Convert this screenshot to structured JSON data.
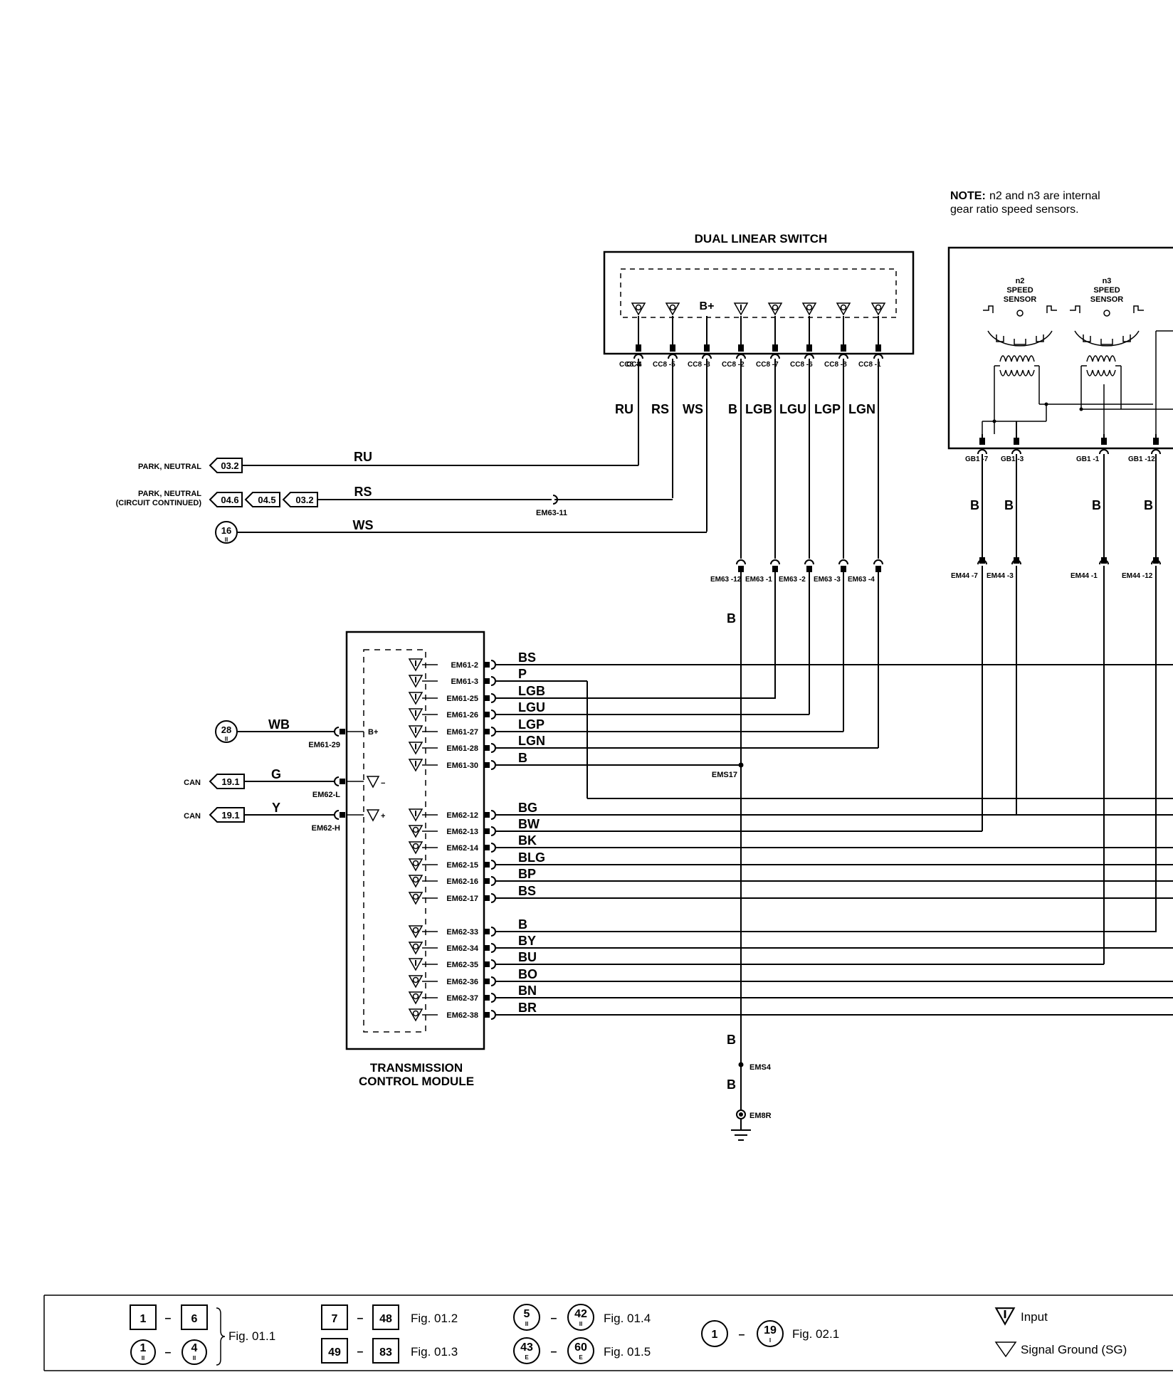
{
  "note": {
    "label": "NOTE:",
    "line1": "n2 and n3 are internal",
    "line2": "gear ratio speed sensors."
  },
  "dual_linear_switch": {
    "title": "DUAL LINEAR SWITCH",
    "supply_label": "B+",
    "pins": [
      "CC8 -4",
      "CC8 -5",
      "CC8 -3",
      "CC8 -2",
      "CC8 -7",
      "CC8 -6",
      "CC8 -8",
      "CC8 -1"
    ],
    "wires": [
      "RU",
      "RS",
      "WS",
      "B",
      "LGB",
      "LGU",
      "LGP",
      "LGN"
    ]
  },
  "speed_sensors": {
    "n2": {
      "name": "n2",
      "line1": "SPEED",
      "line2": "SENSOR"
    },
    "n3": {
      "name": "n3",
      "line1": "SPEED",
      "line2": "SENSOR"
    },
    "pins": [
      "GB1 -7",
      "GB1 -3",
      "GB1 -1",
      "GB1 -12"
    ],
    "wires": [
      "B",
      "B",
      "B",
      "B"
    ],
    "em44": [
      "EM44 -7",
      "EM44 -3",
      "EM44 -1",
      "EM44 -12"
    ]
  },
  "left_refs": {
    "park_neutral": "PARK, NEUTRAL",
    "park_neutral_cont_1": "PARK, NEUTRAL",
    "park_neutral_cont_2": "(CIRCUIT CONTINUED)",
    "ref_032": "03.2",
    "ref_046": "04.6",
    "ref_045": "04.5",
    "ref_032b": "03.2",
    "ref_16": "16",
    "ref_16_sub": "II",
    "wire_ru": "RU",
    "wire_rs": "RS",
    "wire_ws": "WS",
    "em6311": "EM63-11"
  },
  "em63": {
    "labels": [
      "EM63 -12",
      "EM63 -1",
      "EM63 -2",
      "EM63 -3",
      "EM63 -4"
    ],
    "wire_b": "B",
    "ems17": "EMS17"
  },
  "tcm": {
    "title_line1": "TRANSMISSION",
    "title_line2": "CONTROL MODULE",
    "b_plus": "B+",
    "sg_minus": "−",
    "sg_plus": "+",
    "pins_top": [
      "EM61-2",
      "EM61-3",
      "EM61-25",
      "EM61-26",
      "EM61-27",
      "EM61-28",
      "EM61-30"
    ],
    "wires_top": [
      "BS",
      "P",
      "LGB",
      "LGU",
      "LGP",
      "LGN",
      "B"
    ],
    "pins_mid": [
      "EM62-12",
      "EM62-13",
      "EM62-14",
      "EM62-15",
      "EM62-16",
      "EM62-17"
    ],
    "wires_mid": [
      "BG",
      "BW",
      "BK",
      "BLG",
      "BP",
      "BS"
    ],
    "pins_bot": [
      "EM62-33",
      "EM62-34",
      "EM62-35",
      "EM62-36",
      "EM62-37",
      "EM62-38"
    ],
    "wires_bot": [
      "B",
      "BY",
      "BU",
      "BO",
      "BN",
      "BR"
    ]
  },
  "power_can": {
    "ref_28": "28",
    "ref_28_sub": "II",
    "wire_wb": "WB",
    "em6129": "EM61-29",
    "can1": "CAN",
    "ref_191a": "19.1",
    "wire_g": "G",
    "em62l": "EM62-L",
    "can2": "CAN",
    "ref_191b": "19.1",
    "wire_y": "Y",
    "em62h": "EM62-H"
  },
  "ground": {
    "wire_b1": "B",
    "ems4": "EMS4",
    "wire_b2": "B",
    "em8r": "EM8R"
  },
  "legend": {
    "g1_a": "1",
    "g1_b": "6",
    "g1_c": "1",
    "g1_c_sub": "II",
    "g1_d": "4",
    "g1_d_sub": "II",
    "g1_fig": "Fig. 01.1",
    "g2_a": "7",
    "g2_b": "48",
    "g2_fig": "Fig. 01.2",
    "g3_a": "49",
    "g3_b": "83",
    "g3_fig": "Fig. 01.3",
    "g4_a": "5",
    "g4_a_sub": "II",
    "g4_b": "42",
    "g4_b_sub": "II",
    "g4_fig": "Fig. 01.4",
    "g5_a": "43",
    "g5_a_sub": "E",
    "g5_b": "60",
    "g5_b_sub": "E",
    "g5_fig": "Fig. 01.5",
    "g6_a": "1",
    "g6_b": "19",
    "g6_b_sub": "I",
    "g6_fig": "Fig. 02.1",
    "input_label": "Input",
    "sg_label": "Signal Ground (SG)",
    "dash": "–"
  }
}
